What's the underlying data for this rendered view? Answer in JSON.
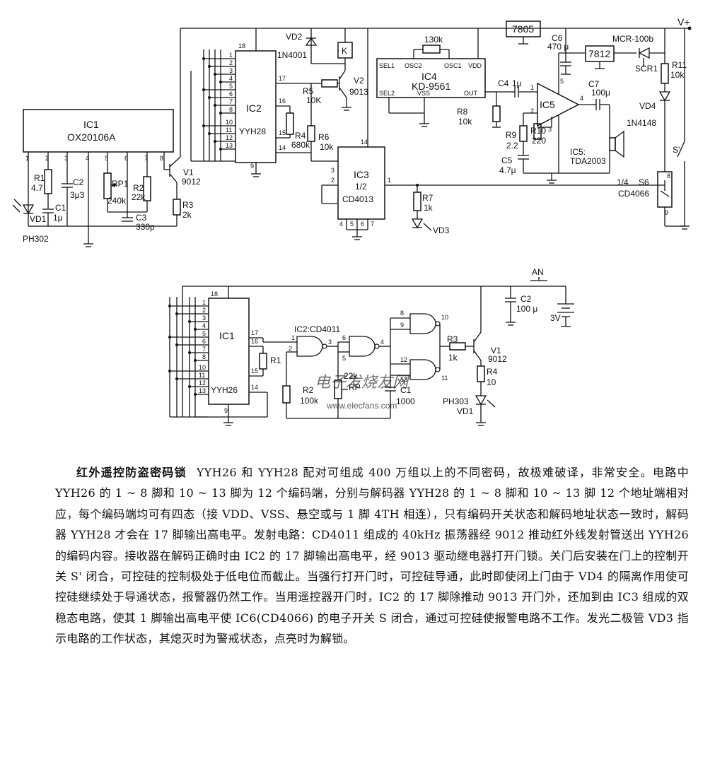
{
  "top_circuit": {
    "supply": "V+",
    "ic1": {
      "name": "IC1",
      "part": "OX20106A",
      "pins": [
        "1",
        "2",
        "3",
        "4",
        "5",
        "6",
        "7",
        "8"
      ]
    },
    "ic2": {
      "name": "IC2",
      "part": "YYH28",
      "pins_left": [
        "1",
        "2",
        "3",
        "4",
        "5",
        "6",
        "7",
        "8",
        "10",
        "11",
        "12",
        "13"
      ],
      "pins_right": [
        "18",
        "17",
        "16",
        "15",
        "14",
        "9"
      ]
    },
    "ic3": {
      "name": "IC3",
      "frac": "1/2",
      "part": "CD4013",
      "pins": [
        "14",
        "3",
        "2",
        "1",
        "4",
        "5",
        "6",
        "7"
      ]
    },
    "ic4": {
      "name": "IC4",
      "part": "KD-9561",
      "pins": [
        "SEL1",
        "OSC2",
        "OSC1",
        "VDD",
        "SEL2",
        "VSS",
        "OUT"
      ]
    },
    "ic5": {
      "name": "IC5",
      "pins": [
        "1",
        "2",
        "3",
        "4",
        "5"
      ]
    },
    "ic5_label": "IC5:",
    "ic5_part": "TDA2003",
    "reg1": "7805",
    "reg2": "7812",
    "scr": "MCR-100b",
    "scr_ref": "SCR1",
    "relay": "K",
    "components": {
      "vd1": "VD1",
      "ph302": "PH302",
      "r1": "R1",
      "r1_val": "4.7",
      "c2": "C2",
      "c2_val": "3μ3",
      "c1": "C1",
      "c1_val": "1μ",
      "rp1": "RP1",
      "rp1_val": "240k",
      "r2": "R2",
      "r2_val": "22k",
      "c3": "C3",
      "c3_val": "330p",
      "v1": "V1",
      "v1_val": "9012",
      "r3": "R3",
      "r3_val": "2k",
      "vd2": "VD2",
      "vd2_val": "1N4001",
      "r5": "R5",
      "r5_val": "10K",
      "v2": "V2",
      "v2_val": "9013",
      "r4": "R4",
      "r4_val": "680k",
      "r6": "R6",
      "r6_val": "10k",
      "r_osc": "130k",
      "c4": "C4",
      "c4_val": "1μ",
      "r8": "R8",
      "r8_val": "10k",
      "r9": "R9",
      "r9_val": "2.2",
      "r10": "R10",
      "r10_val": "220",
      "c5": "C5",
      "c5_val": "4.7μ",
      "c6": "C6",
      "c6_val": "470 μ",
      "c7": "C7",
      "c7_val": "100μ",
      "r11": "R11",
      "r11_val": "10k",
      "vd4": "VD4",
      "vd4_val": "1N4148",
      "s_prime": "S'",
      "r7": "R7",
      "r7_val": "1k",
      "vd3": "VD3",
      "s6": "S6",
      "s6_frac": "1/4",
      "s6_part": "CD4066",
      "s6_pin8": "8",
      "s6_pin9": "9"
    }
  },
  "bottom_circuit": {
    "ic1": {
      "name": "IC1",
      "part": "YYH26",
      "pins_left": [
        "1",
        "2",
        "3",
        "4",
        "5",
        "6",
        "7",
        "8",
        "10",
        "11",
        "12",
        "13"
      ],
      "pins_right": [
        "18",
        "17",
        "16",
        "15",
        "14",
        "9"
      ]
    },
    "ic2": "IC2:CD4011",
    "gate_pins": [
      "1",
      "2",
      "3",
      "6",
      "5",
      "4",
      "8",
      "9",
      "10",
      "12",
      "13",
      "11"
    ],
    "components": {
      "r1": "R1",
      "r2": "R2",
      "r2_val": "100k",
      "rp": "RP",
      "rp_val": "22k",
      "c1": "C1",
      "c1_val": "1000",
      "r3": "R3",
      "r3_val": "1k",
      "v1": "V1",
      "v1_val": "9012",
      "r4": "R4",
      "r4_val": "10",
      "ph303": "PH303",
      "vd1": "VD1",
      "an": "AN",
      "c2": "C2",
      "c2_val": "100 μ",
      "battery": "3V"
    }
  },
  "watermark": {
    "site": "电子发烧友网",
    "url": "www.elecfans.com"
  },
  "description": {
    "title": "红外遥控防盗密码锁",
    "body": "YYH26 和 YYH28 配对可组成 400 万组以上的不同密码，故极难破译，非常安全。电路中 YYH26 的 1 ~ 8 脚和 10 ~ 13 脚为 12 个编码端，分别与解码器 YYH28 的 1 ~ 8 脚和 10 ~ 13 脚 12 个地址端相对应，每个编码端均可有四态（接 VDD、VSS、悬空或与 1 脚 4TH 相连），只有编码开关状态和解码地址状态一致时，解码器 YYH28 才会在 17 脚输出高电平。发射电路：CD4011 组成的 40kHz 振荡器经 9012 推动红外线发射管送出 YYH26 的编码内容。接收器在解码正确时由 IC2 的 17 脚输出高电平，经 9013 驱动继电器打开门锁。关门后安装在门上的控制开关 S' 闭合，可控硅的控制极处于低电位而截止。当强行打开门时，可控硅导通，此时即使闭上门由于 VD4 的隔离作用使可控硅继续处于导通状态，报警器仍然工作。当用遥控器开门时，IC2 的 17 脚除推动 9013 开门外，还加到由 IC3 组成的双稳态电路，使其 1 脚输出高电平使 IC6(CD4066) 的电子开关 S 闭合，通过可控硅使报警电路不工作。发光二极管 VD3 指示电路的工作状态，其熄灭时为警戒状态，点亮时为解锁。"
  }
}
